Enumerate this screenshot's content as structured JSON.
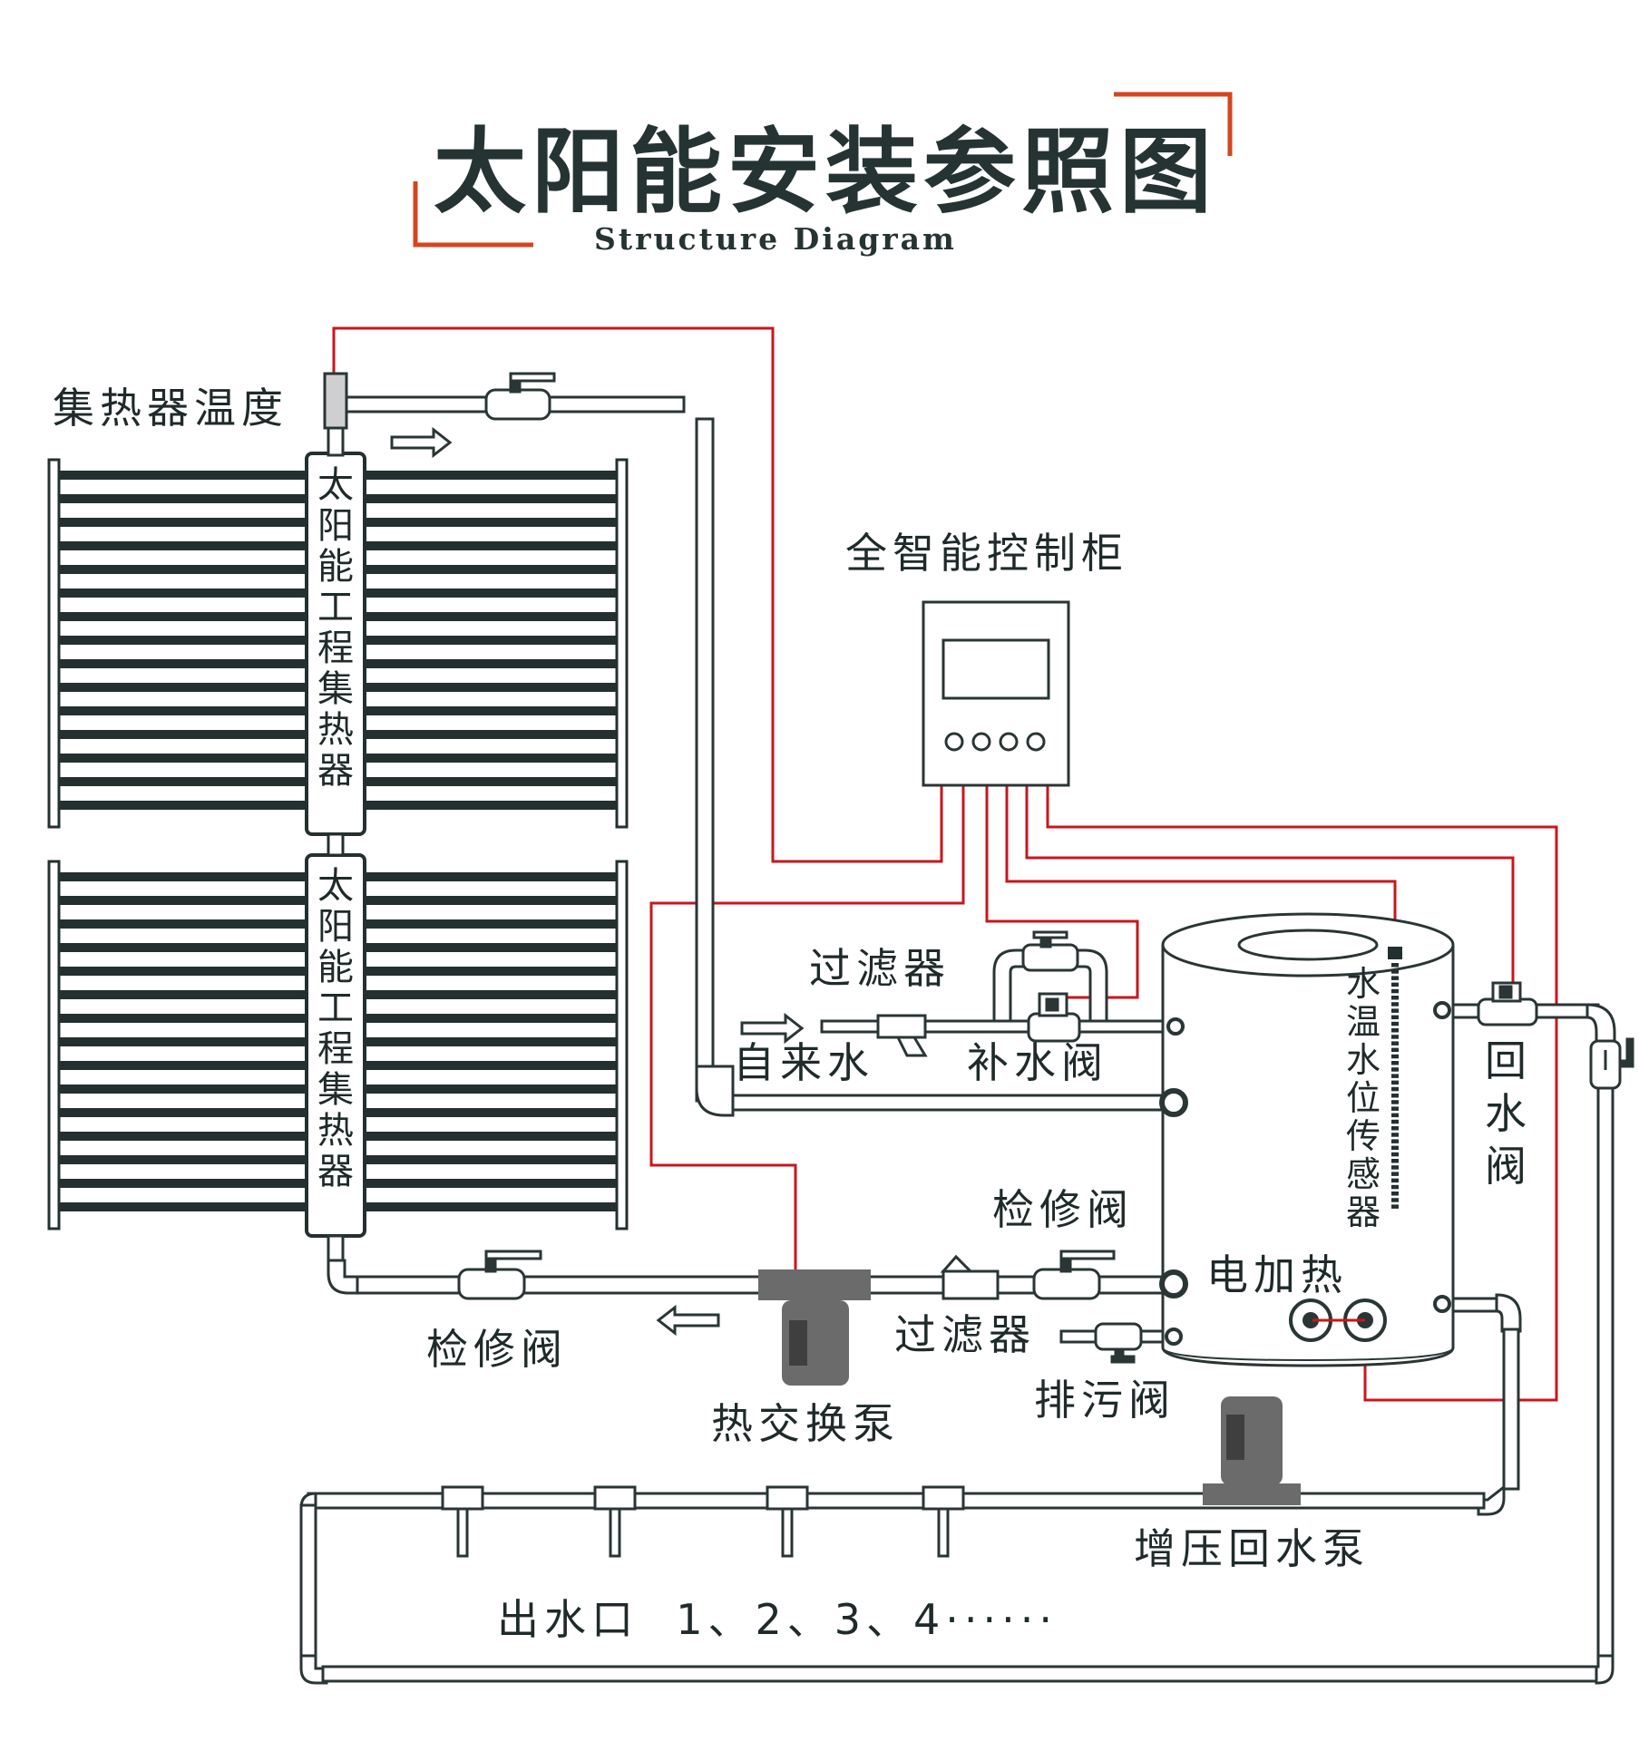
{
  "title": "太阳能安装参照图",
  "subtitle": "Structure Diagram",
  "labels": {
    "collector_temp": "集热器温度",
    "control_cabinet": "全智能控制柜",
    "filter_top": "过滤器",
    "tap_water": "自来水",
    "makeup_valve": "补水阀",
    "maintenance_valve_right": "检修阀",
    "maintenance_valve_left": "检修阀",
    "electric_heater": "电加热",
    "filter_bottom": "过滤器",
    "drain_valve": "排污阀",
    "heat_exchange_pump": "热交换泵",
    "booster_return_pump": "增压回水泵",
    "outlets": "出水口  1、2、3、4······",
    "return_valve": "回水阀",
    "sensor": "水温水位传感器",
    "collector_name": "太阳能工程集热器"
  },
  "colors": {
    "signal_wire": "#c8161d",
    "pipe_stroke": "#2a3535",
    "pipe_fill": "#ffffff",
    "tube_dark": "#243030",
    "pump_gray": "#6b6b6b",
    "title_accent": "#d4461f"
  }
}
